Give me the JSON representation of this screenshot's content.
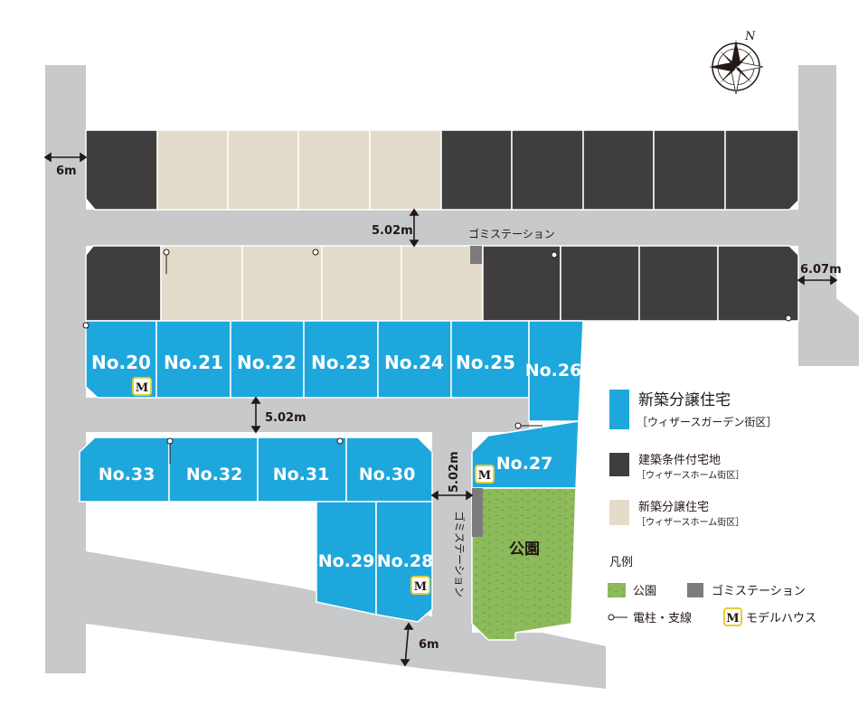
{
  "colors": {
    "road": "#c8c9ca",
    "new_sale": "#1ea7dc",
    "conditional": "#3f3d3e",
    "beige": "#e4dcca",
    "park": "#8dba5a",
    "garbage": "#7b7b7b",
    "model_border": "#e5cd35"
  },
  "compass": {
    "north": "N"
  },
  "dimensions": {
    "west_road": "6m",
    "upper_road": "5.02m",
    "east_road": "6.07m",
    "middle_road": "5.02m",
    "vertical_road": "5.02m",
    "south_road": "6m"
  },
  "labels": {
    "garbage_upper": "ゴミステーション",
    "garbage_vertical": "ゴミステーション",
    "park": "公園",
    "model_mark": "M"
  },
  "lots": {
    "no20": "No.20",
    "no21": "No.21",
    "no22": "No.22",
    "no23": "No.23",
    "no24": "No.24",
    "no25": "No.25",
    "no26": "No.26",
    "no27": "No.27",
    "no28": "No.28",
    "no29": "No.29",
    "no30": "No.30",
    "no31": "No.31",
    "no32": "No.32",
    "no33": "No.33"
  },
  "legend": {
    "new_sale_title": "新築分譲住宅",
    "new_sale_sub": "［ウィザースガーデン街区］",
    "conditional_title": "建築条件付宅地",
    "conditional_sub": "［ウィザースホーム街区］",
    "beige_title": "新築分譲住宅",
    "beige_sub": "［ウィザースホーム街区］",
    "section_title": "凡例",
    "park": "公園",
    "garbage": "ゴミステーション",
    "pole": "電柱・支線",
    "model_mark": "M",
    "model": "モデルハウス"
  }
}
